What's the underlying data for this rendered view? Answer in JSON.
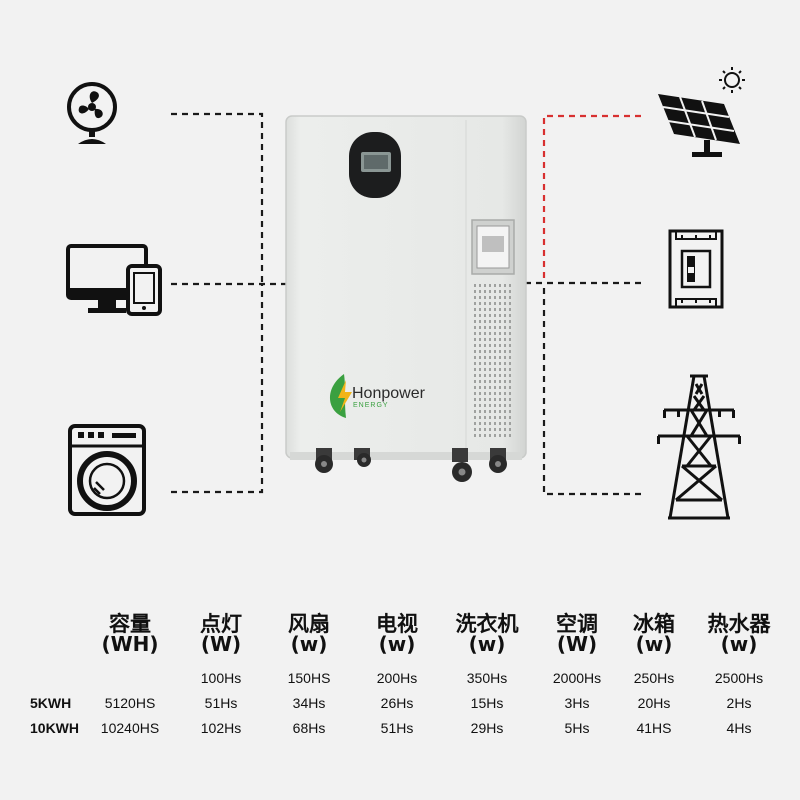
{
  "product": {
    "brand": "Honpower",
    "tagline": "ENERGY"
  },
  "icons": {
    "left": [
      "fan-icon",
      "computer-devices-icon",
      "washing-machine-icon"
    ],
    "right": [
      "solar-panel-icon",
      "circuit-breaker-icon",
      "power-tower-icon"
    ]
  },
  "colors": {
    "solar_line": "#d83030",
    "line": "#1a1a1a",
    "background": "#f2f2f2",
    "cabinet": "#e9eae9",
    "brand_text": "#2b2b2b",
    "leaf_green": "#3aa040",
    "bolt_yellow": "#f2b417"
  },
  "table": {
    "columns": [
      {
        "name": "容量",
        "unit": "(WH)"
      },
      {
        "name": "点灯",
        "unit": "(W)"
      },
      {
        "name": "风扇",
        "unit": "(w)"
      },
      {
        "name": "电视",
        "unit": "(w)"
      },
      {
        "name": "洗衣机",
        "unit": "(w)"
      },
      {
        "name": "空调",
        "unit": "(W)"
      },
      {
        "name": "冰箱",
        "unit": "(w)"
      },
      {
        "name": "热水器",
        "unit": "(w)"
      }
    ],
    "power_row": [
      "",
      "100Hs",
      "150HS",
      "200Hs",
      "350Hs",
      "2000Hs",
      "250Hs",
      "2500Hs"
    ],
    "rows": [
      {
        "label": "5KWH",
        "values": [
          "5120HS",
          "51Hs",
          "34Hs",
          "26Hs",
          "15Hs",
          "3Hs",
          "20Hs",
          "2Hs"
        ]
      },
      {
        "label": "10KWH",
        "values": [
          "10240HS",
          "102Hs",
          "68Hs",
          "51Hs",
          "29Hs",
          "5Hs",
          "41HS",
          "4Hs"
        ]
      }
    ]
  }
}
